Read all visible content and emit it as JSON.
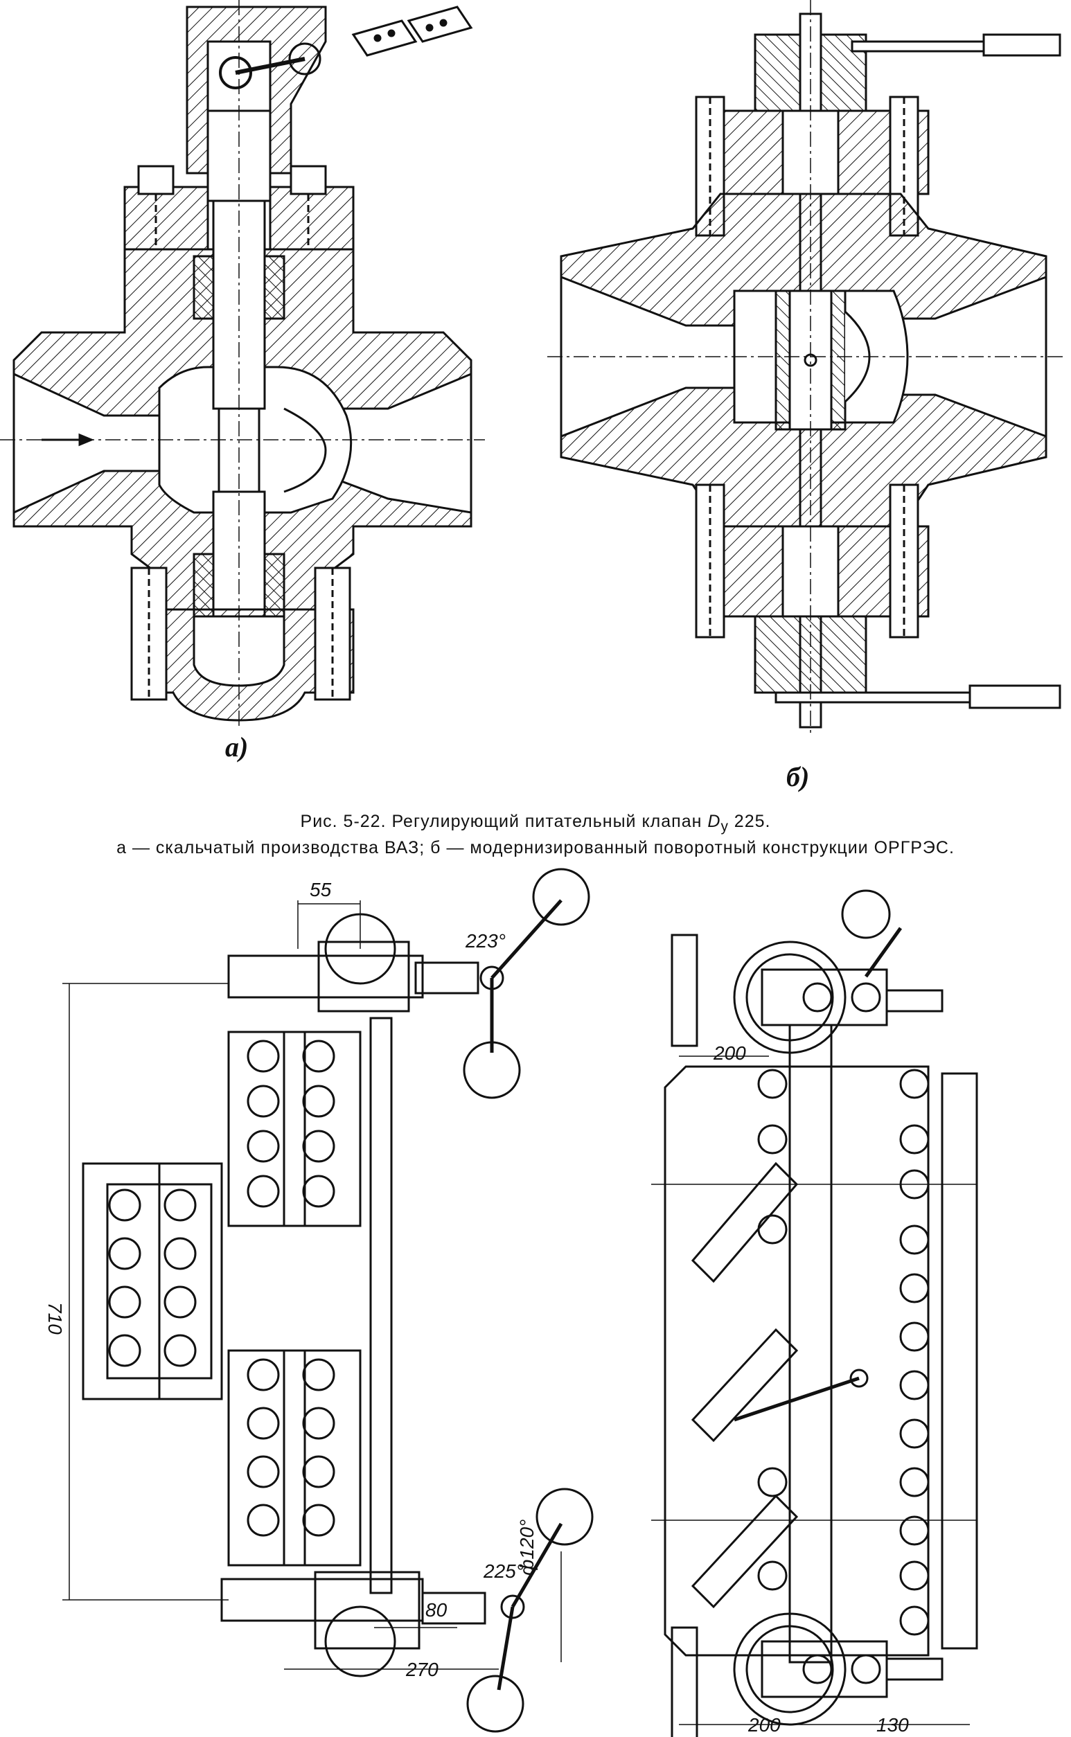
{
  "subfigures": {
    "a_label": "а)",
    "b_label": "б)"
  },
  "caption": {
    "title_prefix": "Рис. 5-22. Регулирующий питательный клапан ",
    "title_symbol": "D",
    "title_subscript": "у",
    "title_suffix": " 225.",
    "description": "а — скальчатый производства ВАЗ; б — модернизированный поворотный конструкции ОРГРЭС."
  },
  "dimensions": {
    "d55": "55",
    "d223": "223°",
    "d710": "710",
    "d225": "225°",
    "d120": "ф120°",
    "d80": "80",
    "d270": "270",
    "d200_top": "200",
    "d200_bottom": "200",
    "d130": "130"
  }
}
